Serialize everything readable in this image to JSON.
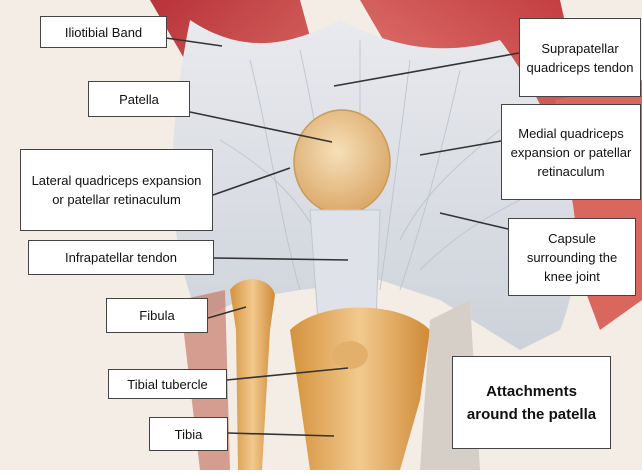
{
  "diagram": {
    "labels": [
      {
        "id": "iliotibial-band",
        "text": "Iliotibial Band"
      },
      {
        "id": "suprapatellar-tendon",
        "text": "Suprapatellar quadriceps tendon"
      },
      {
        "id": "patella",
        "text": "Patella"
      },
      {
        "id": "medial-expansion",
        "text": "Medial quadriceps expansion or patellar retinaculum"
      },
      {
        "id": "lateral-expansion",
        "text": "Lateral quadriceps expansion or patellar retinaculum"
      },
      {
        "id": "capsule",
        "text": "Capsule surrounding the knee joint"
      },
      {
        "id": "infrapatellar-tendon",
        "text": "Infrapatellar tendon"
      },
      {
        "id": "fibula",
        "text": "Fibula"
      },
      {
        "id": "tibial-tubercle",
        "text": "Tibial tubercle"
      },
      {
        "id": "tibia",
        "text": "Tibia"
      }
    ],
    "caption": "Attachments around the patella"
  }
}
